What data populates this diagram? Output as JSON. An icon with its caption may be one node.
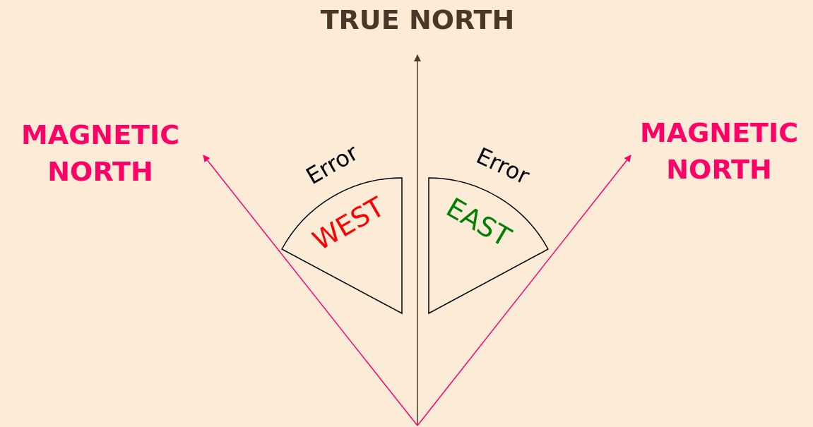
{
  "diagram": {
    "nodes": [
      {
        "text": [
          "Error",
          "WEST"
        ]
      },
      {
        "text": [
          "Error",
          "EAST"
        ]
      }
    ],
    "labels": [
      "TRUE NORTH",
      "MAGNETIC NORTH",
      "MAGNETIC NORTH"
    ]
  }
}
